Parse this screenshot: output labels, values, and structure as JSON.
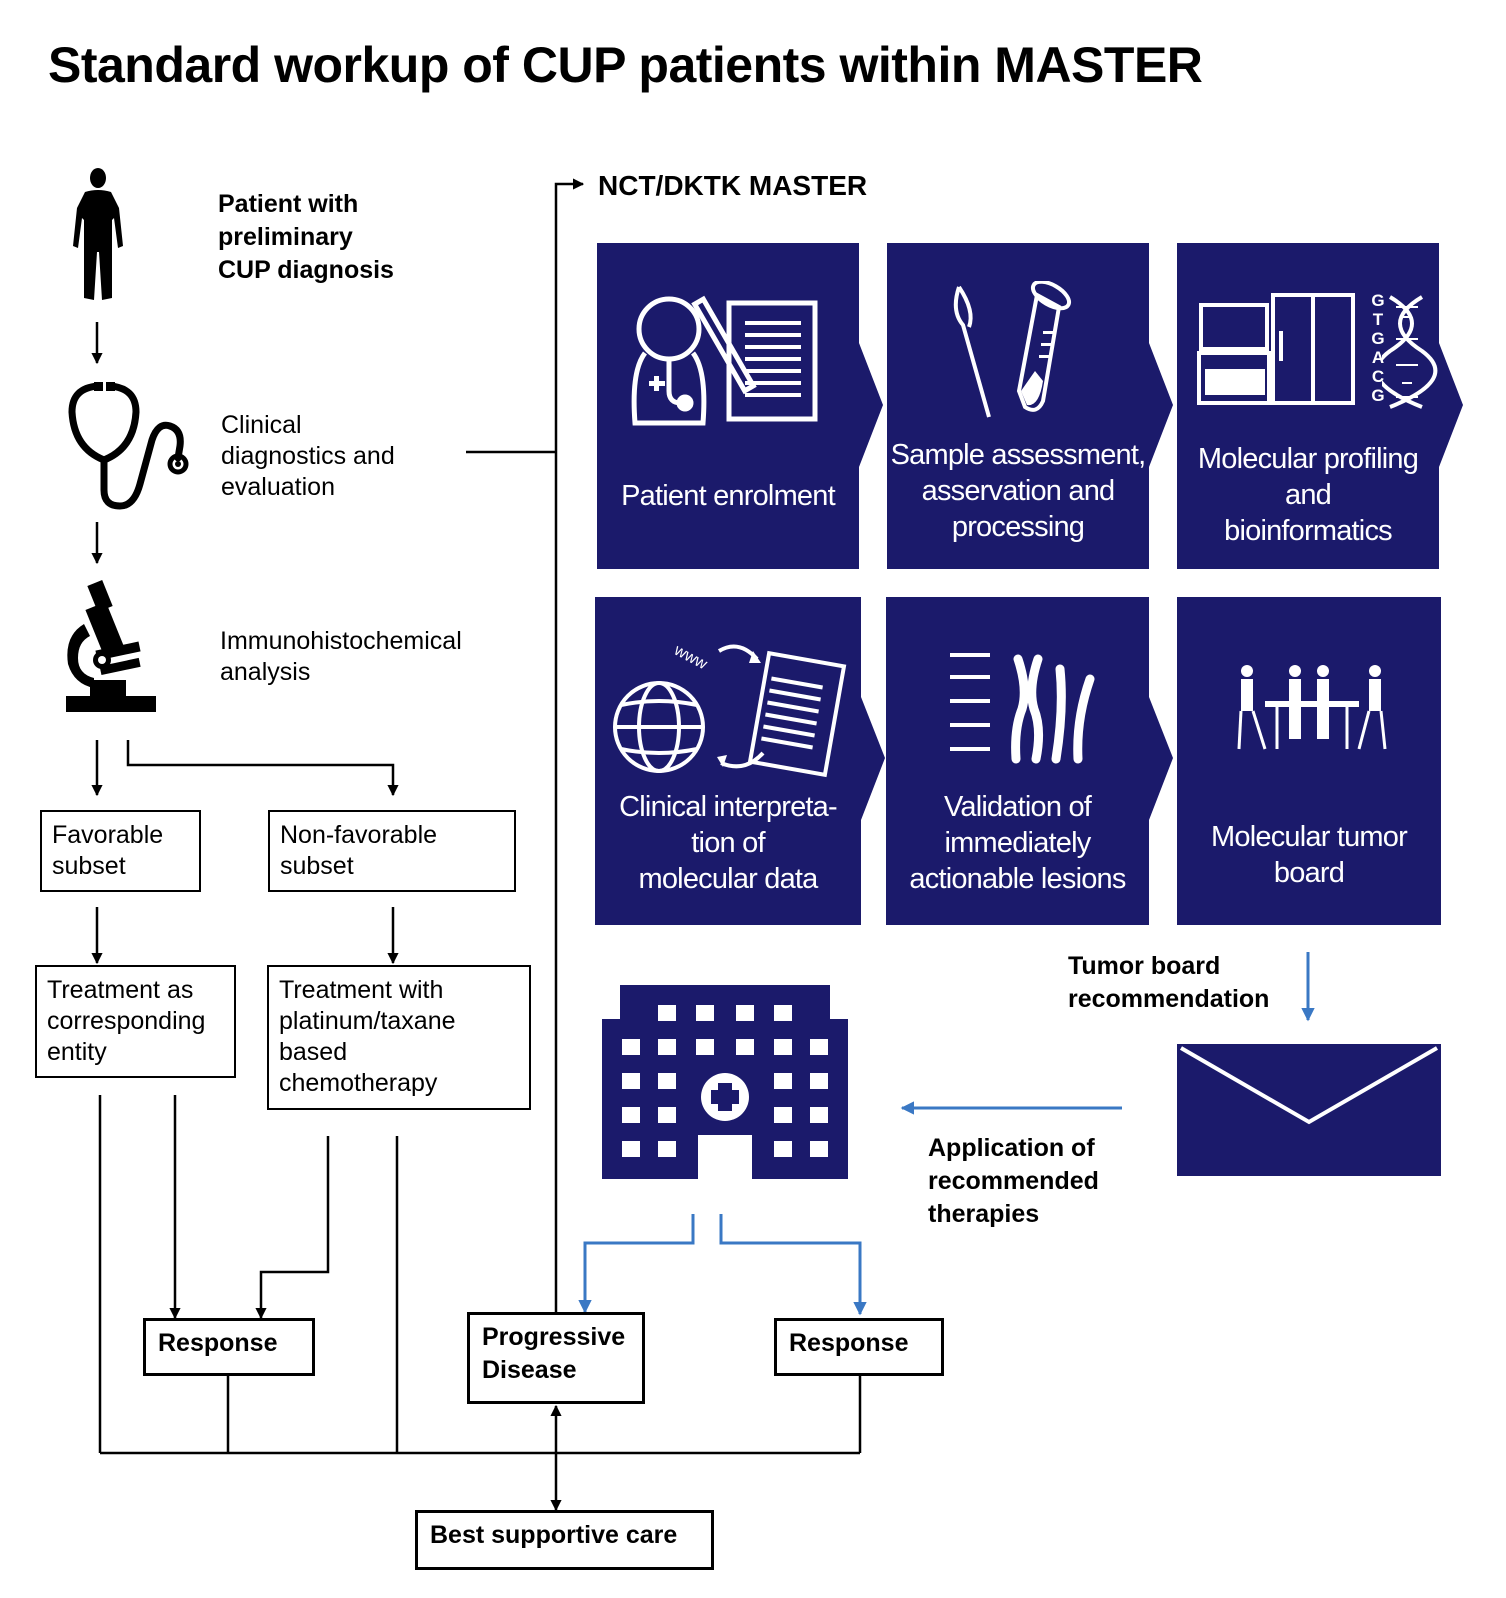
{
  "title": "Standard workup of CUP patients within MASTER",
  "master_label": "NCT/DKTK MASTER",
  "workup": {
    "patient": "Patient with\npreliminary\nCUP diagnosis",
    "clinical": "Clinical\ndiagnostics and\nevaluation",
    "ihc": "Immunohistochemical\nanalysis"
  },
  "subsets": {
    "favorable": "Favorable\nsubset",
    "non_favorable": "Non-favorable\nsubset"
  },
  "treatments": {
    "corresponding": "Treatment as\ncorresponding\nentity",
    "platinum": "Treatment with\nplatinum/taxane\nbased\nchemotherapy"
  },
  "outcomes": {
    "response_left": "Response",
    "progressive": "Progressive\nDisease",
    "response_right": "Response",
    "best_supportive": "Best supportive care"
  },
  "master_steps": [
    {
      "label": "Patient enrolment"
    },
    {
      "label": "Sample assessment,\nasservation and\nprocessing"
    },
    {
      "label": "Molecular profiling\nand\nbioinformatics"
    },
    {
      "label": "Clinical interpreta-\ntion of\nmolecular data"
    },
    {
      "label": "Validation of\nimmediately\nactionable lesions"
    },
    {
      "label": "Molecular tumor\nboard"
    }
  ],
  "dna_letters": [
    "G",
    "T",
    "G",
    "A",
    "C",
    "G"
  ],
  "www_text": "www",
  "tumor_board_recommendation": "Tumor board\nrecommendation",
  "application_text": "Application of\nrecommended\ntherapies",
  "colors": {
    "navy": "#1b1a6b",
    "blue_arrow": "#3a78c4",
    "black": "#000000"
  }
}
